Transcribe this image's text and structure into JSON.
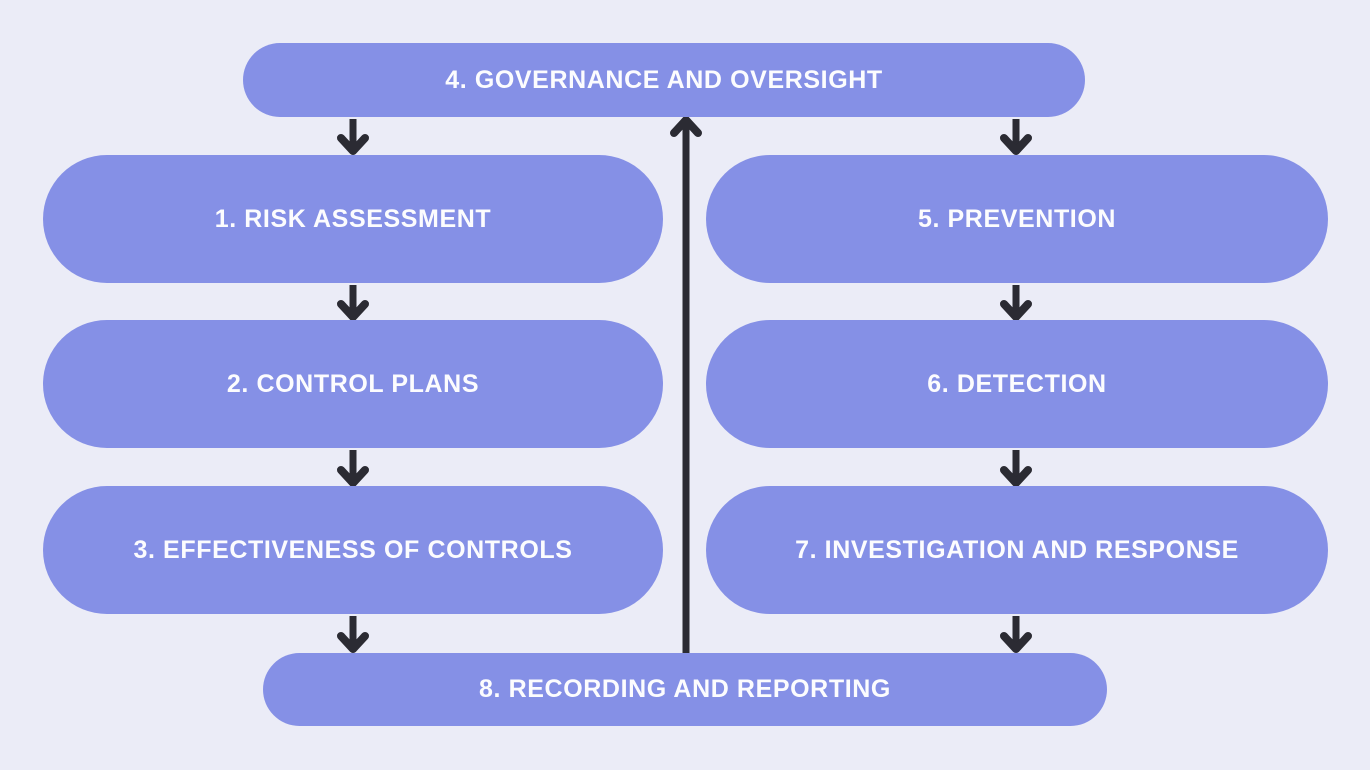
{
  "diagram": {
    "nodes": [
      {
        "id": "1",
        "label": "1. RISK ASSESSMENT"
      },
      {
        "id": "2",
        "label": "2. CONTROL PLANS"
      },
      {
        "id": "3",
        "label": "3. EFFECTIVENESS OF CONTROLS"
      },
      {
        "id": "4",
        "label": "4. GOVERNANCE AND OVERSIGHT"
      },
      {
        "id": "5",
        "label": "5. PREVENTION"
      },
      {
        "id": "6",
        "label": "6. DETECTION"
      },
      {
        "id": "7",
        "label": "7. INVESTIGATION AND RESPONSE"
      },
      {
        "id": "8",
        "label": "8. RECORDING AND REPORTING"
      }
    ],
    "edges": [
      {
        "from": "4",
        "to": "1"
      },
      {
        "from": "4",
        "to": "5"
      },
      {
        "from": "1",
        "to": "2"
      },
      {
        "from": "2",
        "to": "3"
      },
      {
        "from": "3",
        "to": "8"
      },
      {
        "from": "5",
        "to": "6"
      },
      {
        "from": "6",
        "to": "7"
      },
      {
        "from": "7",
        "to": "8"
      },
      {
        "from": "8",
        "to": "4"
      }
    ],
    "colors": {
      "background": "#EBECF7",
      "node_fill": "#8590E6",
      "node_text": "#FCFCFE",
      "arrow": "#2B2B33"
    }
  }
}
